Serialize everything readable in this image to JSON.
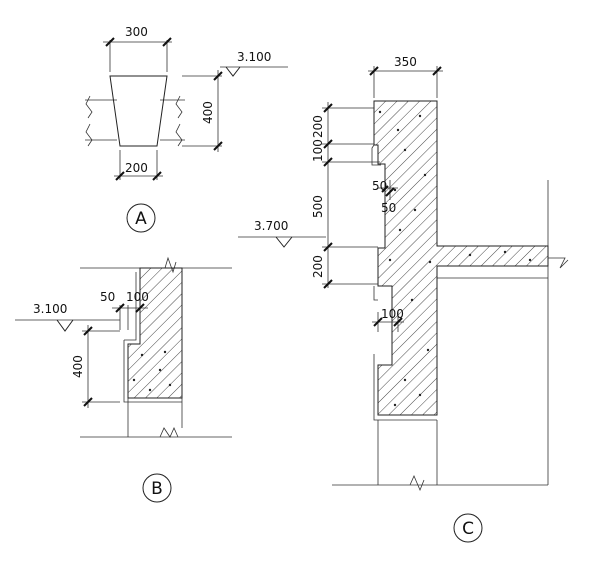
{
  "detail_a": {
    "label": "A",
    "dim_top": "300",
    "dim_bottom": "200",
    "dim_height": "400",
    "level": "3.100"
  },
  "detail_b": {
    "label": "B",
    "dim_left": "50",
    "dim_right": "100",
    "dim_height": "400",
    "level": "3.100"
  },
  "detail_c": {
    "label": "C",
    "dim_top": "350",
    "dim_v1": "200",
    "dim_v2": "100",
    "dim_v3": "500",
    "dim_v4": "200",
    "dim_step_h": "50",
    "dim_step_v": "50",
    "dim_notch": "100",
    "level": "3.700"
  }
}
